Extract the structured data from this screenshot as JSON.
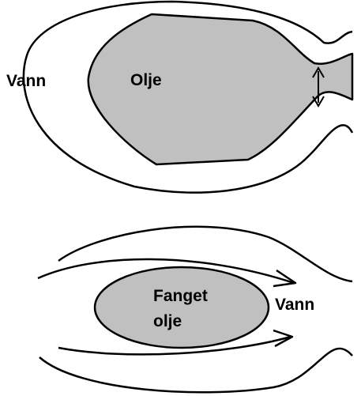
{
  "top_diagram": {
    "water_label": "Vann",
    "oil_label": "Olje"
  },
  "bottom_diagram": {
    "trapped_oil_line1": "Fanget",
    "trapped_oil_line2": "olje",
    "water_label": "Vann"
  },
  "colors": {
    "oil_fill": "#c0c0c0",
    "line": "#000000",
    "background": "#ffffff"
  }
}
